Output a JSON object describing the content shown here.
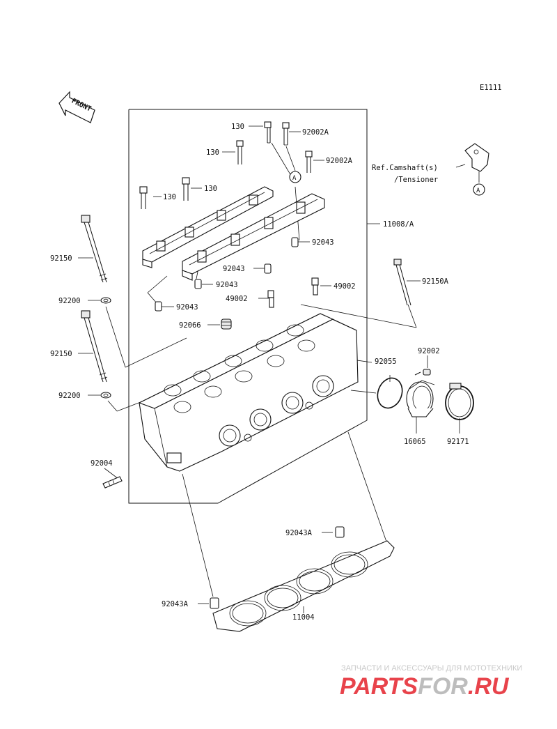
{
  "diagram_code": "E1111",
  "front_label": "FRONT",
  "ref_note": {
    "line1": "Ref.Camshaft(s)",
    "line2": "/Tensioner"
  },
  "circle_marker": "A",
  "parts": {
    "p130a": "130",
    "p130b": "130",
    "p130c": "130",
    "p130d": "130",
    "p92002A_a": "92002A",
    "p92002A_b": "92002A",
    "p11008A": "11008/A",
    "p92043_a": "92043",
    "p92043_b": "92043",
    "p92043_c": "92043",
    "p92043_d": "92043",
    "p92150_a": "92150",
    "p92150_b": "92150",
    "p92150A": "92150A",
    "p92200_a": "92200",
    "p92200_b": "92200",
    "p49002_a": "49002",
    "p49002_b": "49002",
    "p92066": "92066",
    "p92055": "92055",
    "p92002": "92002",
    "p16065": "16065",
    "p92171": "92171",
    "p92004": "92004",
    "p92043A_a": "92043A",
    "p92043A_b": "92043A",
    "p11004": "11004"
  },
  "watermark": {
    "top_text": "ЗАПЧАСТИ И АКСЕССУАРЫ ДЛЯ МОТОТЕХНИКИ",
    "brand_part1": "PARTS",
    "brand_part2": "FOR",
    "brand_part3": ".RU",
    "brand_color": "#e8434b",
    "brand_gray": "#bdbdbd"
  }
}
